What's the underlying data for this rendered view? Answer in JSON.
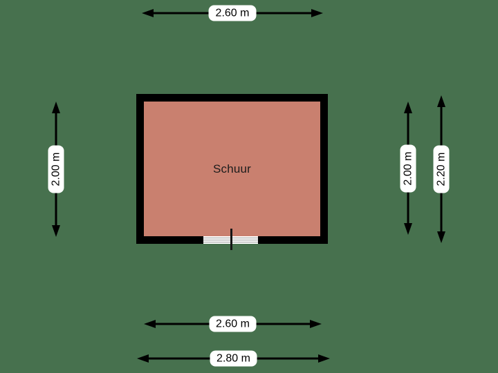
{
  "colors": {
    "background": "#47714E",
    "room_fill": "#C9806F",
    "wall": "#000000",
    "label_bg": "#FFFFFF",
    "label_text": "#000000"
  },
  "room": {
    "name": "Schuur"
  },
  "dimensions": {
    "top": {
      "label": "2.60 m",
      "orientation": "horizontal",
      "measures": "inner width"
    },
    "left": {
      "label": "2.00 m",
      "orientation": "vertical",
      "measures": "inner height"
    },
    "right_inner": {
      "label": "2.00 m",
      "orientation": "vertical",
      "measures": "inner height"
    },
    "right_outer": {
      "label": "2.20 m",
      "orientation": "vertical",
      "measures": "outer height"
    },
    "bottom_inner": {
      "label": "2.60 m",
      "orientation": "horizontal",
      "measures": "inner width"
    },
    "bottom_outer": {
      "label": "2.80 m",
      "orientation": "horizontal",
      "measures": "outer width"
    }
  }
}
